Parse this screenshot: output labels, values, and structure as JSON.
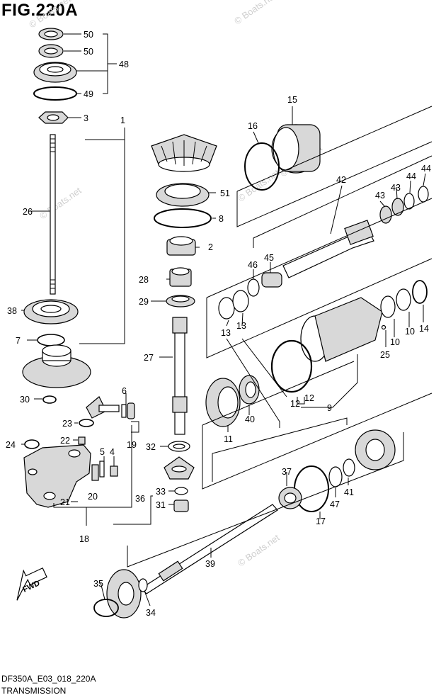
{
  "figure_title": "FIG.220A",
  "footer": {
    "diagram_code": "DF350A_E03_018_220A",
    "section_name": "TRANSMISSION"
  },
  "watermark": "© Boats.net",
  "fwd_label": "FWD",
  "callouts": [
    {
      "id": "c50a",
      "text": "50"
    },
    {
      "id": "c50b",
      "text": "50"
    },
    {
      "id": "c48",
      "text": "48"
    },
    {
      "id": "c49",
      "text": "49"
    },
    {
      "id": "c3",
      "text": "3"
    },
    {
      "id": "c1",
      "text": "1"
    },
    {
      "id": "c26",
      "text": "26"
    },
    {
      "id": "c38",
      "text": "38"
    },
    {
      "id": "c7",
      "text": "7"
    },
    {
      "id": "c30",
      "text": "30"
    },
    {
      "id": "c6",
      "text": "6"
    },
    {
      "id": "c23",
      "text": "23"
    },
    {
      "id": "c22",
      "text": "22"
    },
    {
      "id": "c19",
      "text": "19"
    },
    {
      "id": "c24",
      "text": "24"
    },
    {
      "id": "c5",
      "text": "5"
    },
    {
      "id": "c4",
      "text": "4"
    },
    {
      "id": "c21",
      "text": "21"
    },
    {
      "id": "c20",
      "text": "20"
    },
    {
      "id": "c18",
      "text": "18"
    },
    {
      "id": "c51",
      "text": "51"
    },
    {
      "id": "c8",
      "text": "8"
    },
    {
      "id": "c2",
      "text": "2"
    },
    {
      "id": "c28",
      "text": "28"
    },
    {
      "id": "c29",
      "text": "29"
    },
    {
      "id": "c27",
      "text": "27"
    },
    {
      "id": "c32",
      "text": "32"
    },
    {
      "id": "c36",
      "text": "36"
    },
    {
      "id": "c33",
      "text": "33"
    },
    {
      "id": "c31",
      "text": "31"
    },
    {
      "id": "c15",
      "text": "15"
    },
    {
      "id": "c16",
      "text": "16"
    },
    {
      "id": "c42",
      "text": "42"
    },
    {
      "id": "c43a",
      "text": "43"
    },
    {
      "id": "c43b",
      "text": "43"
    },
    {
      "id": "c44a",
      "text": "44"
    },
    {
      "id": "c44b",
      "text": "44"
    },
    {
      "id": "c46",
      "text": "46"
    },
    {
      "id": "c45",
      "text": "45"
    },
    {
      "id": "c13a",
      "text": "13"
    },
    {
      "id": "c13b",
      "text": "13"
    },
    {
      "id": "c25",
      "text": "25"
    },
    {
      "id": "c10a",
      "text": "10"
    },
    {
      "id": "c10b",
      "text": "10"
    },
    {
      "id": "c14",
      "text": "14"
    },
    {
      "id": "c12a",
      "text": "12"
    },
    {
      "id": "c12b",
      "text": "12"
    },
    {
      "id": "c9",
      "text": "9"
    },
    {
      "id": "c40",
      "text": "40"
    },
    {
      "id": "c11",
      "text": "11"
    },
    {
      "id": "c37",
      "text": "37"
    },
    {
      "id": "c47",
      "text": "47"
    },
    {
      "id": "c41",
      "text": "41"
    },
    {
      "id": "c17",
      "text": "17"
    },
    {
      "id": "c39",
      "text": "39"
    },
    {
      "id": "c35",
      "text": "35"
    },
    {
      "id": "c34",
      "text": "34"
    }
  ]
}
